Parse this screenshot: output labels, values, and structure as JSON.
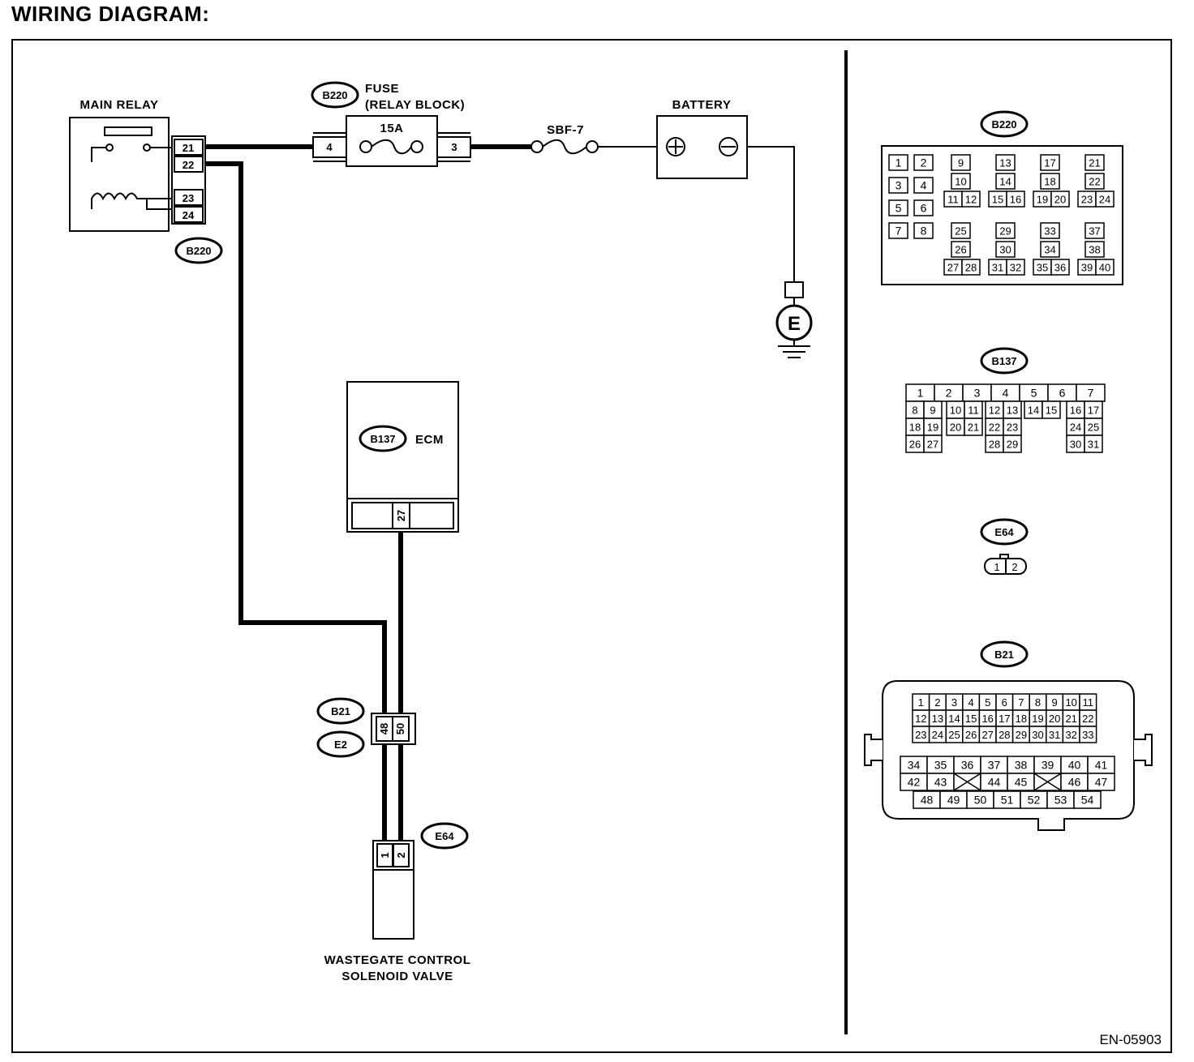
{
  "title": "WIRING DIAGRAM:",
  "figure_code": "EN-05903",
  "components": {
    "main_relay": {
      "label": "MAIN RELAY",
      "connector": "B220",
      "pins": [
        "21",
        "22",
        "23",
        "24"
      ]
    },
    "fuse": {
      "label_line1": "FUSE",
      "label_line2": "(RELAY BLOCK)",
      "connector": "B220",
      "rating": "15A",
      "pin_in": "4",
      "pin_out": "3"
    },
    "sbf": {
      "label": "SBF-7"
    },
    "battery": {
      "label": "BATTERY"
    },
    "ground": {
      "label": "E"
    },
    "ecm": {
      "label": "ECM",
      "connector": "B137",
      "pin": "27"
    },
    "joint": {
      "connector_top": "B21",
      "connector_bottom": "E2",
      "pins": [
        "48",
        "50"
      ]
    },
    "solenoid": {
      "label_line1": "WASTEGATE CONTROL",
      "label_line2": "SOLENOID VALVE",
      "connector": "E64",
      "pins": [
        "1",
        "2"
      ]
    }
  },
  "connector_views": {
    "b220": {
      "label": "B220",
      "pairs": [
        [
          "1",
          "2"
        ],
        [
          "3",
          "4"
        ],
        [
          "5",
          "6"
        ],
        [
          "7",
          "8"
        ]
      ],
      "groups_top": [
        [
          "9",
          "10",
          "11",
          "12"
        ],
        [
          "13",
          "14",
          "15",
          "16"
        ],
        [
          "17",
          "18",
          "19",
          "20"
        ],
        [
          "21",
          "22",
          "23",
          "24"
        ]
      ],
      "groups_bottom": [
        [
          "25",
          "26",
          "27",
          "28"
        ],
        [
          "29",
          "30",
          "31",
          "32"
        ],
        [
          "33",
          "34",
          "35",
          "36"
        ],
        [
          "37",
          "38",
          "39",
          "40"
        ]
      ]
    },
    "b137": {
      "label": "B137",
      "row1": [
        "1",
        "2",
        "3",
        "4",
        "5",
        "6",
        "7"
      ],
      "row2": [
        "8",
        "9",
        "10",
        "11",
        "12",
        "13",
        "14",
        "15",
        "16",
        "17"
      ],
      "row3": [
        "18",
        "19",
        "20",
        "21",
        "22",
        "23",
        "24",
        "25"
      ],
      "row4": [
        "26",
        "27",
        "28",
        "29",
        "30",
        "31"
      ]
    },
    "e64": {
      "label": "E64",
      "pins": [
        "1",
        "2"
      ]
    },
    "b21": {
      "label": "B21",
      "row1": [
        "1",
        "2",
        "3",
        "4",
        "5",
        "6",
        "7",
        "8",
        "9",
        "10",
        "11"
      ],
      "row2": [
        "12",
        "13",
        "14",
        "15",
        "16",
        "17",
        "18",
        "19",
        "20",
        "21",
        "22"
      ],
      "row3": [
        "23",
        "24",
        "25",
        "26",
        "27",
        "28",
        "29",
        "30",
        "31",
        "32",
        "33"
      ],
      "row4": [
        "34",
        "35",
        "36",
        "37",
        "38",
        "39",
        "40",
        "41"
      ],
      "row5": [
        "42",
        "43",
        "44",
        "45",
        "46",
        "47"
      ],
      "row6": [
        "48",
        "49",
        "50",
        "51",
        "52",
        "53",
        "54"
      ]
    }
  }
}
